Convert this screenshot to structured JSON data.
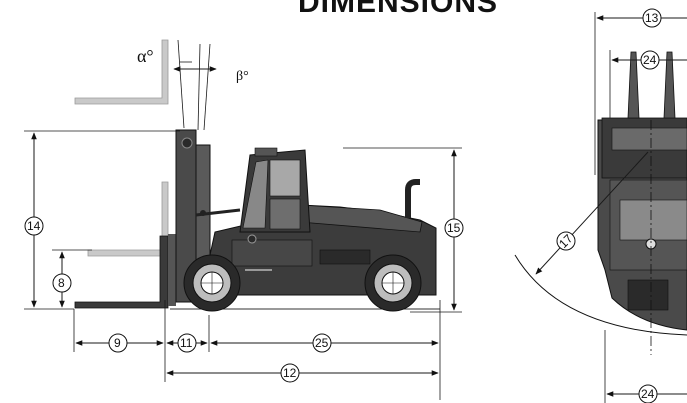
{
  "title": "DIMENSIONS",
  "angles": {
    "alpha": "α°",
    "beta": "β°"
  },
  "side_view_labels": {
    "d9": "9",
    "d11": "11",
    "d25": "25",
    "d12": "12",
    "d14": "14",
    "d8": "8",
    "d15": "15"
  },
  "front_view_labels": {
    "d13": "13",
    "d24_top": "24",
    "d17": "17",
    "d24_bottom": "24"
  }
}
